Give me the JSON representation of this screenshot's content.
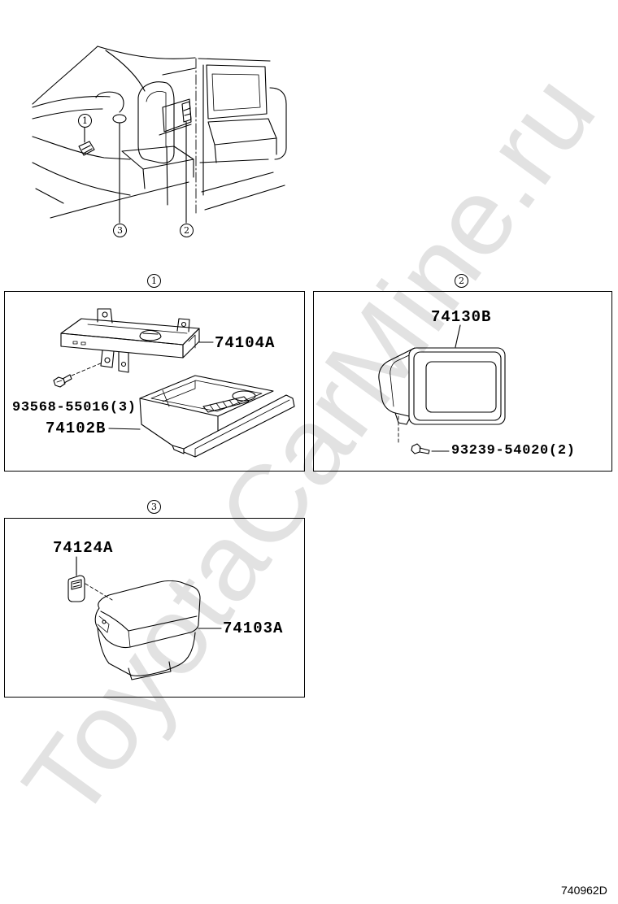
{
  "overview": {
    "callout_1": "1",
    "callout_2": "2",
    "callout_3": "3"
  },
  "panel_1": {
    "callout": "1",
    "bracket": "74104A",
    "screw": "93568-55016(3)",
    "drawer": "74102B"
  },
  "panel_2": {
    "callout": "2",
    "ashtray": "74130B",
    "screw": "93239-54020(2)"
  },
  "panel_3": {
    "callout": "3",
    "knob": "74124A",
    "ashtray": "74103A"
  },
  "footer": {
    "code": "740962D"
  },
  "watermark": {
    "text": "ToyotaCarMine.ru"
  },
  "colors": {
    "line": "#000000",
    "background": "#ffffff",
    "watermark": "#e2e2e2"
  }
}
